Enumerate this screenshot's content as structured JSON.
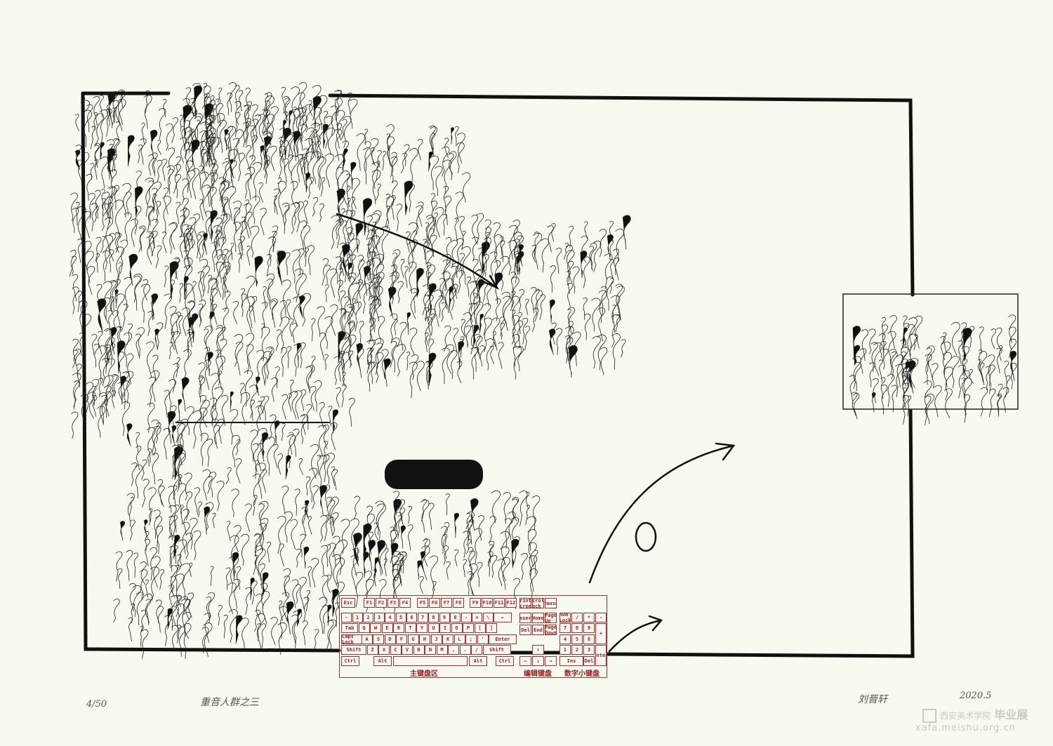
{
  "artwork": {
    "edition": "4/50",
    "title": "重音人群之三",
    "signature": "刘晋轩",
    "date": "2020.5"
  },
  "keyboard": {
    "sections": [
      "主键盘区",
      "编辑键盘",
      "数字小键盘"
    ],
    "rows": [
      [
        "Esc",
        "F1",
        "F2",
        "F3",
        "F4",
        "F5",
        "F6",
        "F7",
        "F8",
        "F9",
        "F10",
        "F11",
        "F12"
      ],
      [
        "~",
        "1",
        "2",
        "3",
        "4",
        "5",
        "6",
        "7",
        "8",
        "9",
        "0",
        "-",
        "=",
        "\\",
        "←"
      ],
      [
        "Tab",
        "Q",
        "W",
        "E",
        "R",
        "T",
        "Y",
        "U",
        "I",
        "O",
        "P",
        "[",
        "]"
      ],
      [
        "Caps Lock",
        "A",
        "S",
        "D",
        "F",
        "G",
        "H",
        "J",
        "K",
        "L",
        ";",
        "'",
        "Enter"
      ],
      [
        "Shift",
        "Z",
        "X",
        "C",
        "V",
        "B",
        "N",
        "M",
        ",",
        ".",
        "/",
        "Shift"
      ],
      [
        "Ctrl",
        "Alt",
        "Alt",
        "Ctrl"
      ]
    ],
    "edit_keys": [
      "Print Screen",
      "Scroll Lock",
      "Pause",
      "Insert",
      "Home",
      "Page Up",
      "Del",
      "End",
      "Page Down",
      "↑",
      "←",
      "↓",
      "→"
    ],
    "numpad_keys": [
      "Num Lock",
      "/",
      "*",
      "-",
      "7",
      "8",
      "9",
      "+",
      "4",
      "5",
      "6",
      "1",
      "2",
      "3",
      "Enter",
      "Ins",
      "Del"
    ]
  },
  "watermark": {
    "school": "西安美术学院",
    "label": "毕业展",
    "url": "xafa.meishu.org.cn"
  },
  "colors": {
    "paper": "#f7faee",
    "ink": "#111111",
    "keyboard": "#a83030"
  }
}
